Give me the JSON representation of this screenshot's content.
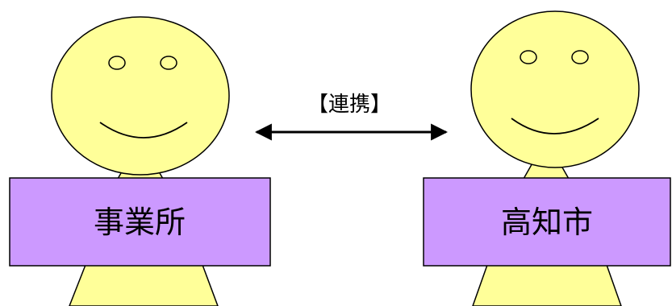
{
  "colors": {
    "face_fill": "#ffff99",
    "label_fill": "#cc99ff",
    "outline": "#000000",
    "background": "#ffffff"
  },
  "link": {
    "label": "【連携】"
  },
  "left_person": {
    "label": "事業所"
  },
  "right_person": {
    "label": "高知市"
  }
}
